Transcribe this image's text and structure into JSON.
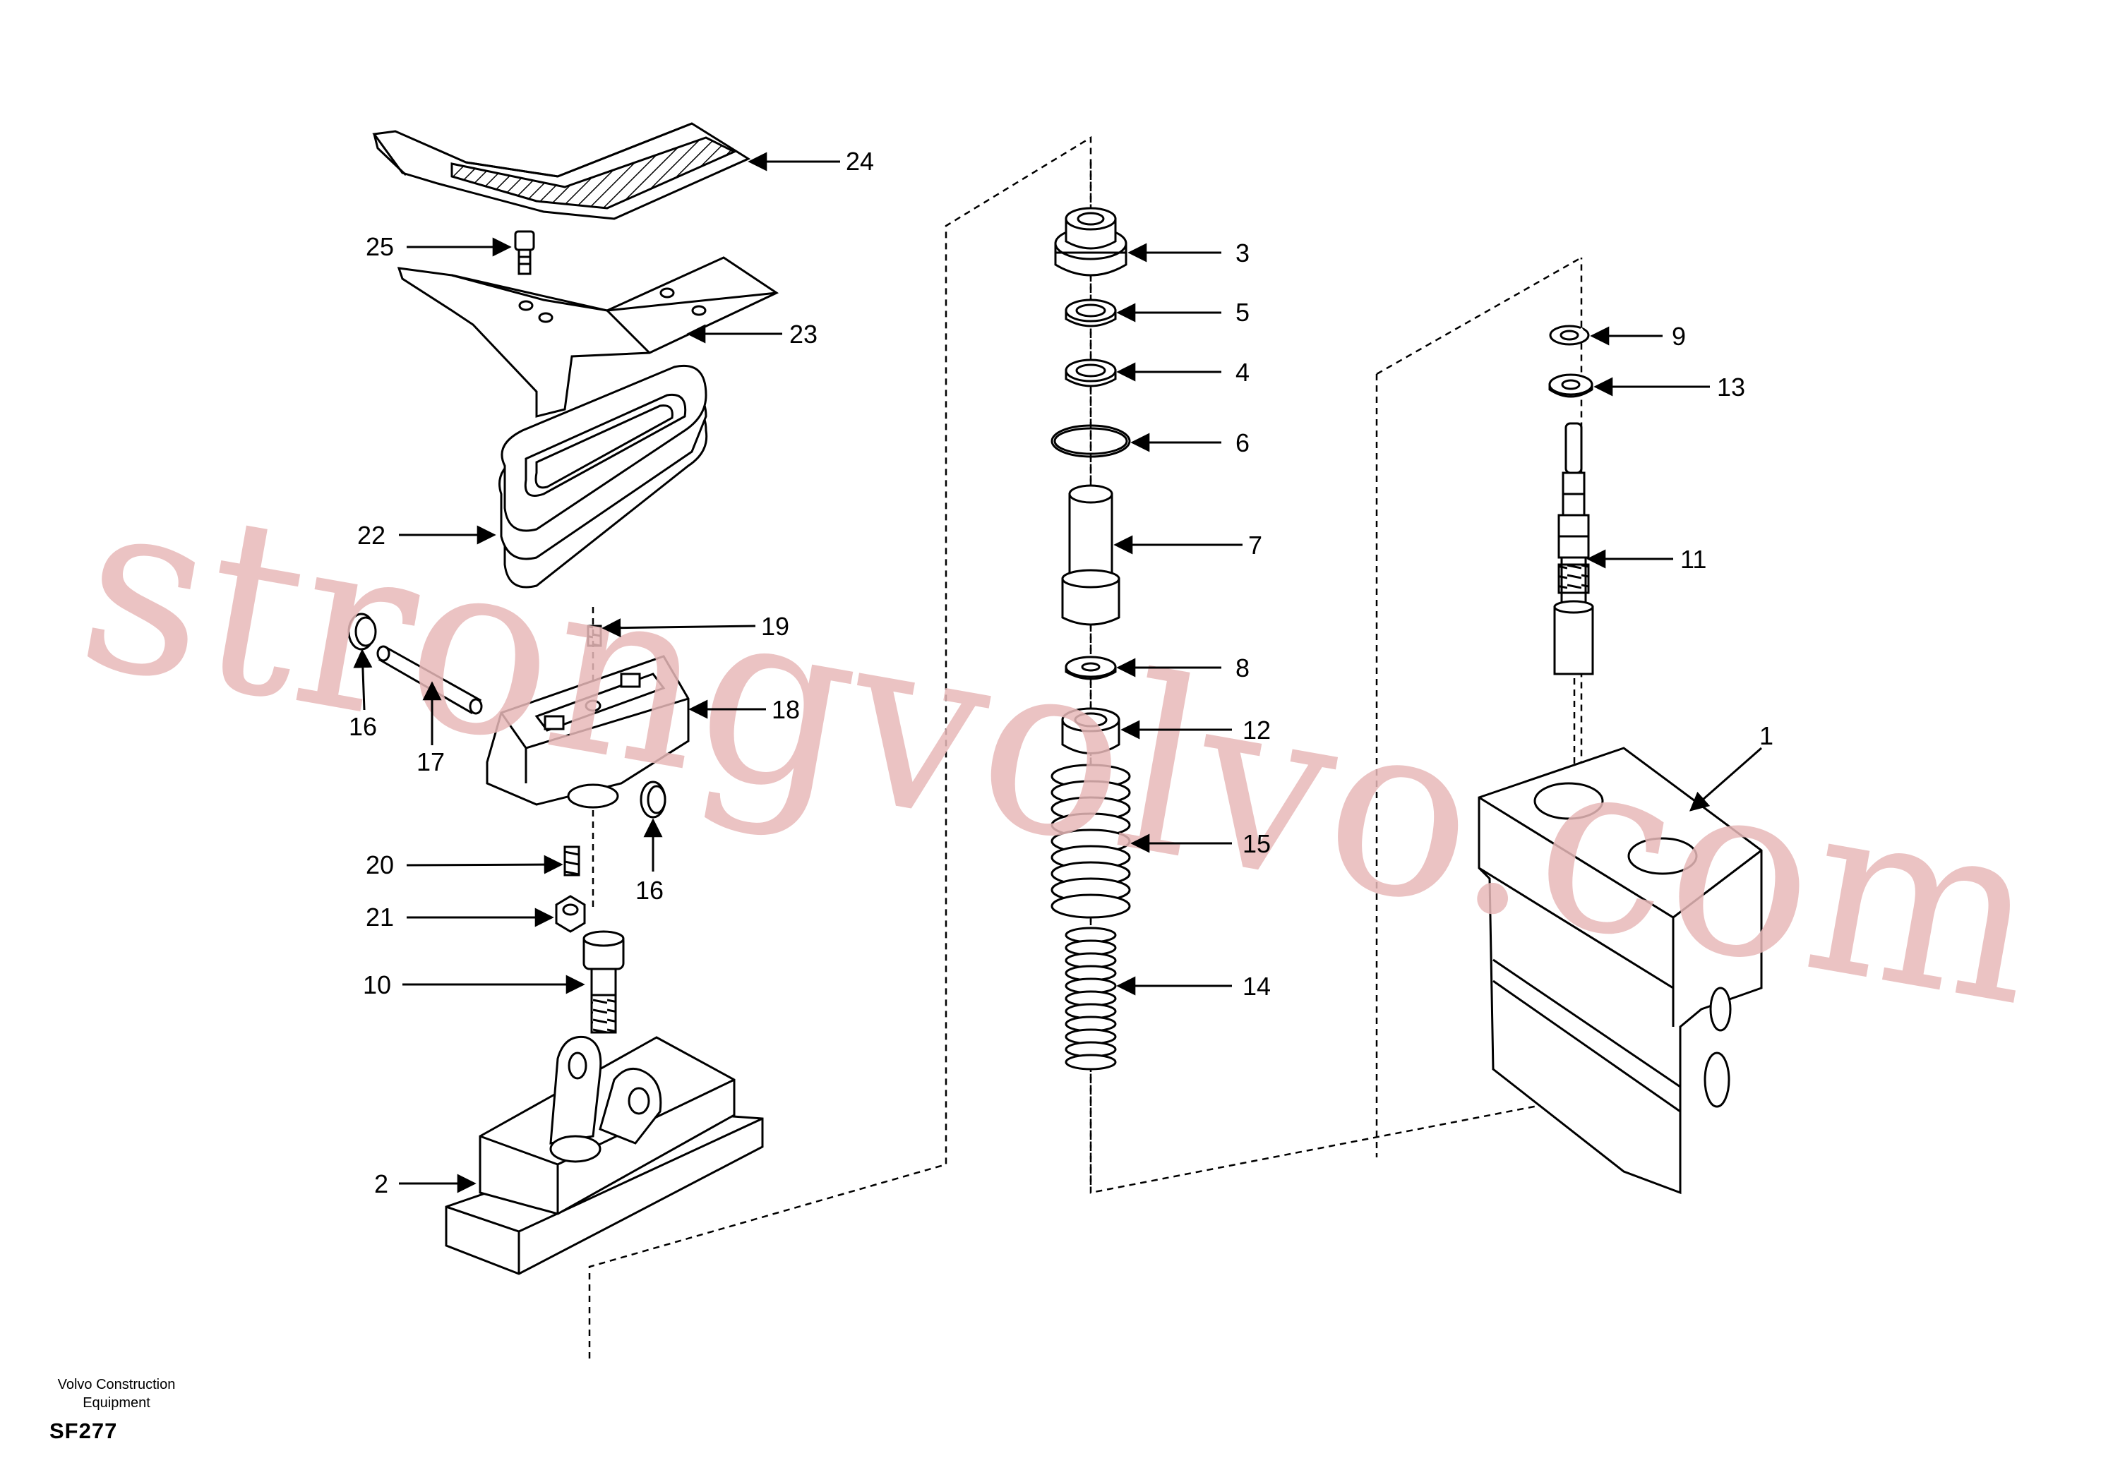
{
  "watermark": "strongvolvo.com",
  "footer": {
    "line1": "Volvo Construction",
    "line2": "Equipment",
    "code": "SF277"
  },
  "callouts": {
    "c1": "1",
    "c2": "2",
    "c3": "3",
    "c4": "4",
    "c5": "5",
    "c6": "6",
    "c7": "7",
    "c8": "8",
    "c9": "9",
    "c10": "10",
    "c11": "11",
    "c12": "12",
    "c13": "13",
    "c14": "14",
    "c15": "15",
    "c16a": "16",
    "c16b": "16",
    "c17": "17",
    "c18": "18",
    "c19": "19",
    "c20": "20",
    "c21": "21",
    "c22": "22",
    "c23": "23",
    "c24": "24",
    "c25": "25"
  }
}
